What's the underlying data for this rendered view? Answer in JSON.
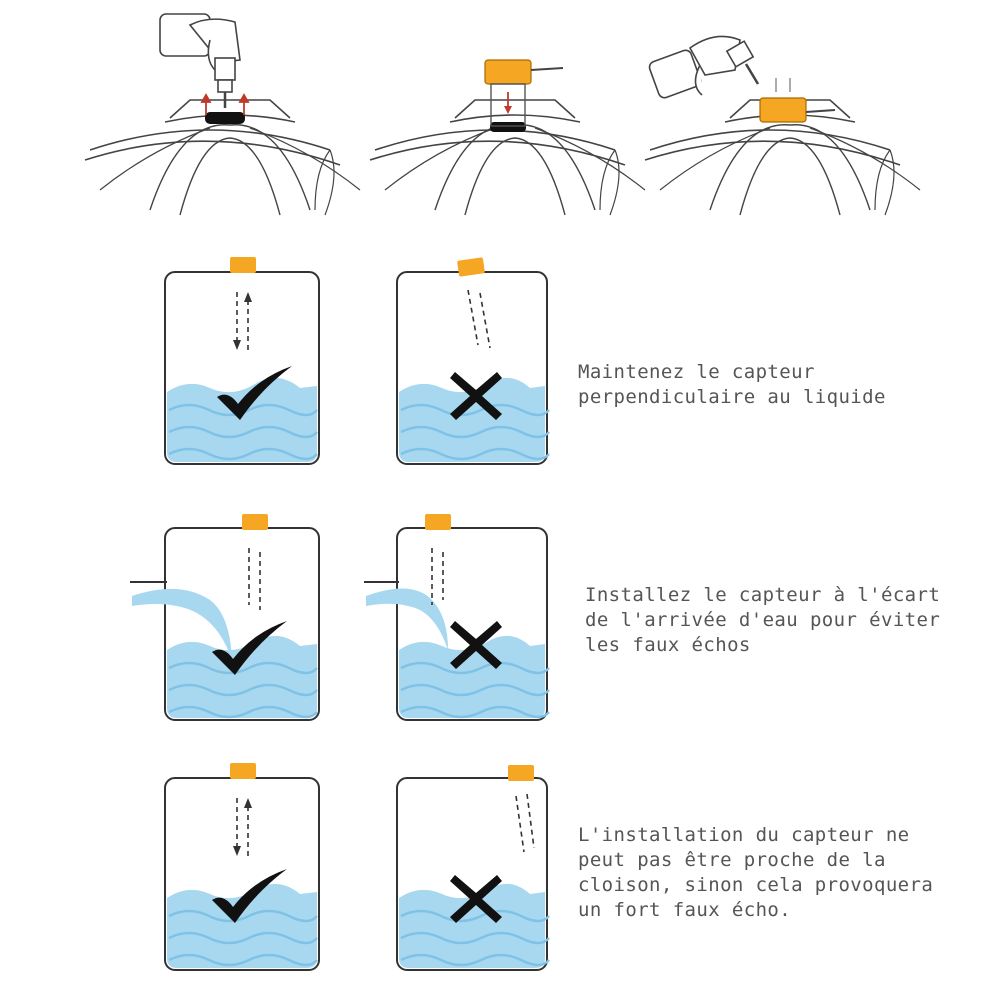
{
  "colors": {
    "sensor": "#f5a623",
    "water": "#a8d8f0",
    "water_dark": "#7fc2e6",
    "outline": "#333333",
    "mark": "#111111",
    "arrow_red": "#c0392b"
  },
  "steps": [
    {
      "icon": "drill-icon"
    },
    {
      "icon": "sensor-insert-icon"
    },
    {
      "icon": "drill-tighten-icon"
    }
  ],
  "rules": [
    {
      "caption": "Maintenez le capteur\nperpendiculaire au liquide",
      "correct": "check-icon",
      "wrong": "cross-icon"
    },
    {
      "caption": "Installez le capteur à l'écart\nde l'arrivée d'eau pour éviter\nles faux échos",
      "correct": "check-icon",
      "wrong": "cross-icon"
    },
    {
      "caption": "L'installation du capteur ne\npeut pas être proche de la\ncloison, sinon cela provoquera\nun fort faux écho.",
      "correct": "check-icon",
      "wrong": "cross-icon"
    }
  ]
}
